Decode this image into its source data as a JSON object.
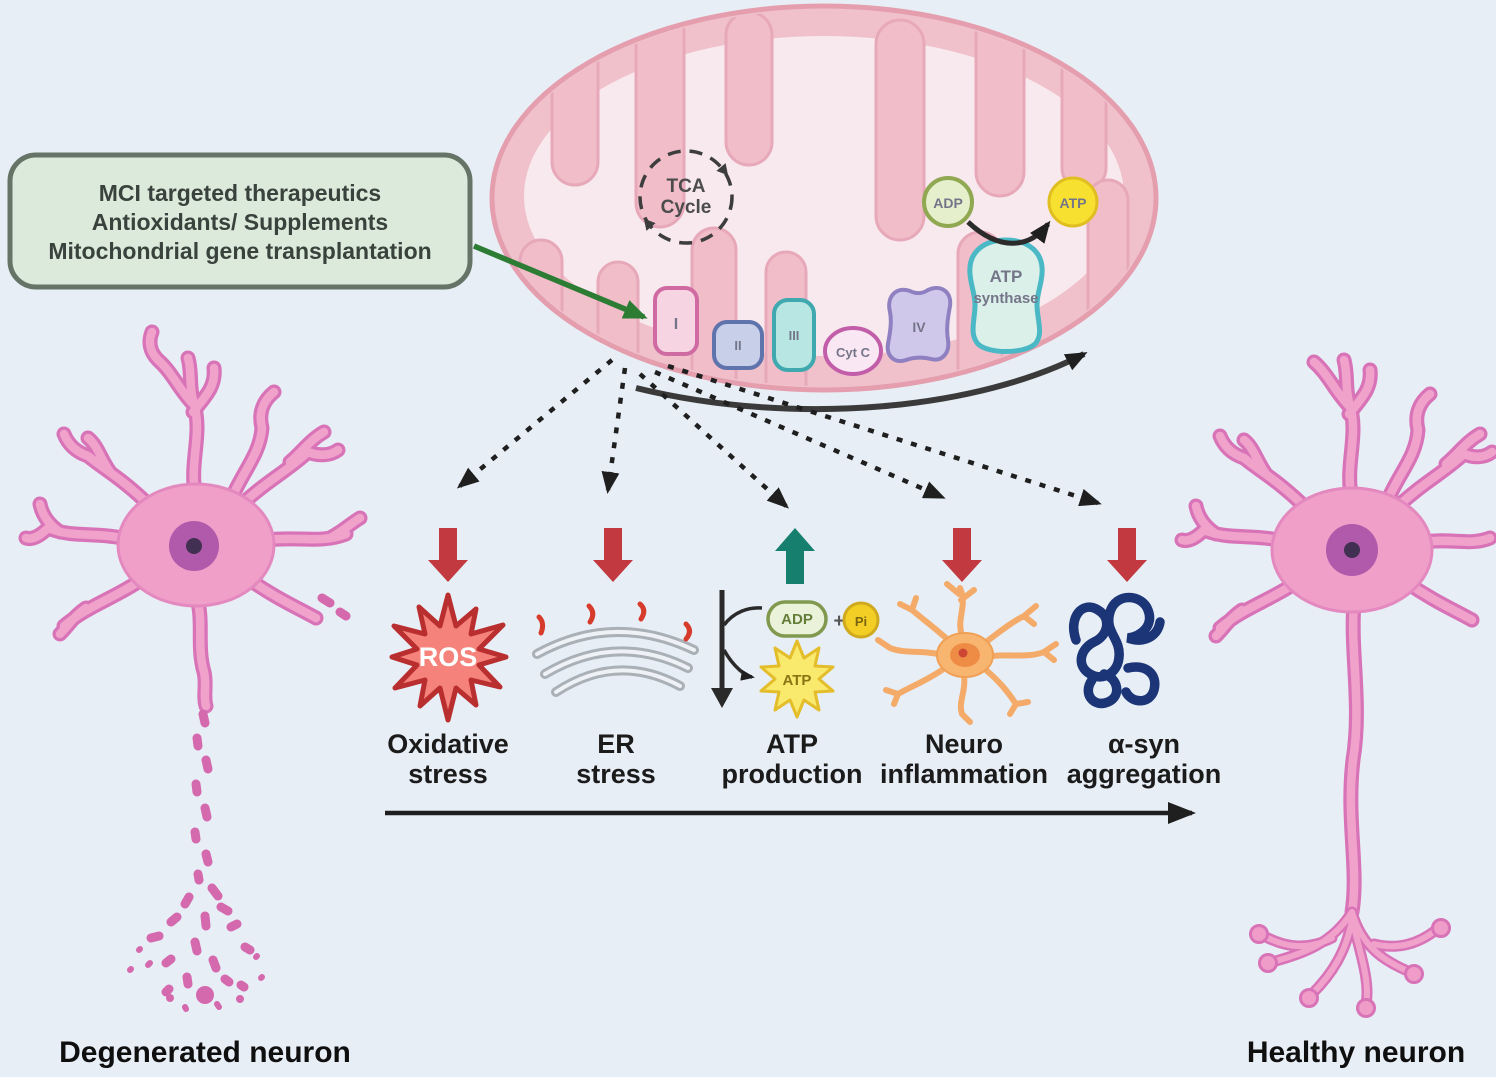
{
  "colors": {
    "background": "#e8eef6",
    "mito_membrane": "#f0c1cb",
    "mito_matrix": "#f8e9ee",
    "decrease_arrow_red": "#c23a40",
    "increase_arrow_teal": "#177f6e",
    "therapeutics_green": "#2c7c34",
    "neuron_pink": "#ef9cc8",
    "asyn_navy": "#1b3577"
  },
  "therapeutics_box": {
    "line1": "MCI targeted therapeutics",
    "line2": "Antioxidants/ Supplements",
    "line3": "Mitochondrial gene transplantation"
  },
  "mitochondrion": {
    "tca_line1": "TCA",
    "tca_line2": "Cycle",
    "complex_i": "I",
    "complex_ii": "II",
    "complex_iii": "III",
    "cyt_c": "Cyt C",
    "complex_iv": "IV",
    "atp_synthase_line1": "ATP",
    "atp_synthase_line2": "synthase",
    "adp": "ADP",
    "atp": "ATP"
  },
  "effects": {
    "oxidative": {
      "icon": "ros-burst-icon",
      "ros": "ROS",
      "trend": "decrease",
      "label1": "Oxidative",
      "label2": "stress"
    },
    "er": {
      "icon": "er-tubules-icon",
      "trend": "decrease",
      "label1": "ER",
      "label2": "stress"
    },
    "atp": {
      "icon": "adp-to-atp-icon",
      "adp": "ADP",
      "plus": "+",
      "pi": "Pi",
      "atp": "ATP",
      "trend": "increase",
      "label1": "ATP",
      "label2": "production"
    },
    "neuro": {
      "icon": "microglia-icon",
      "trend": "decrease",
      "label1": "Neuro",
      "label2": "inflammation"
    },
    "asyn": {
      "icon": "asyn-tangle-icon",
      "trend": "decrease",
      "label1": "α-syn",
      "label2": "aggregation"
    }
  },
  "neurons": {
    "degenerated_label": "Degenerated neuron",
    "healthy_label": "Healthy neuron"
  }
}
